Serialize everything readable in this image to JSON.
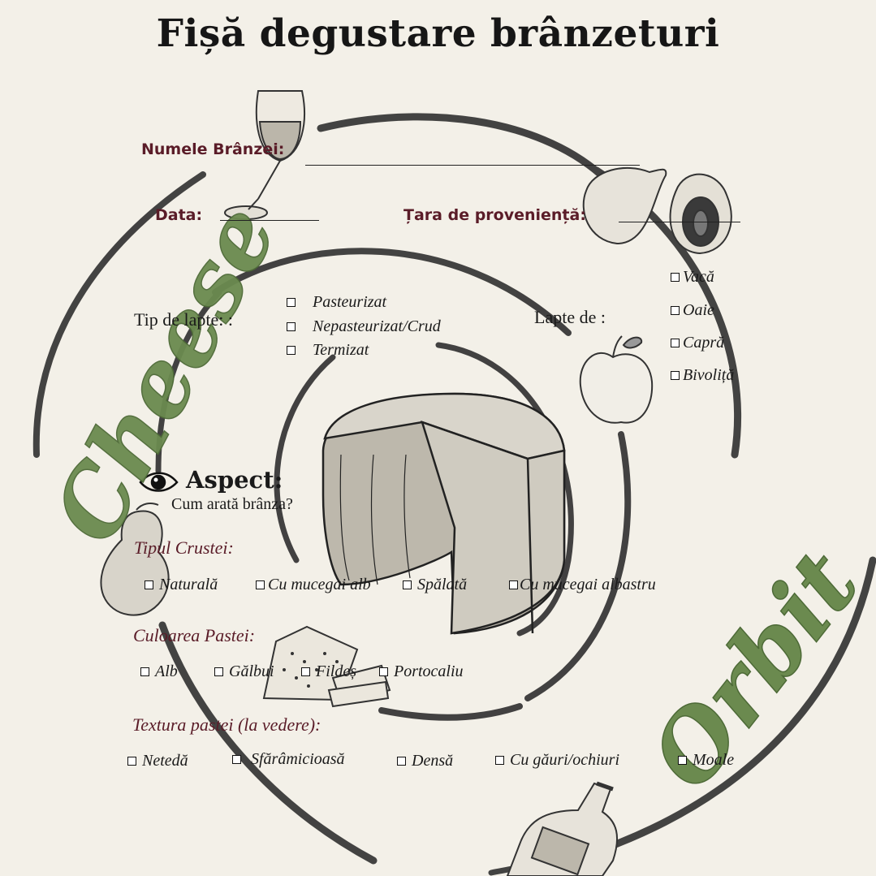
{
  "title": "Fișă degustare brânzeturi",
  "brand": {
    "line1": "Cheese",
    "line2": "Orbit",
    "color": "#6b8a4f"
  },
  "colors": {
    "background": "#f3f0e8",
    "label": "#5a1c28",
    "spiral": "#2a2a2a"
  },
  "fields": {
    "name_label": "Numele Brânzei:",
    "date_label": "Data:",
    "country_label": "Țara de proveniență:"
  },
  "milk_type": {
    "label": "Tip de lapte: :",
    "options": [
      "Pasteurizat",
      "Nepasteurizat/Crud",
      "Termizat"
    ]
  },
  "milk_from": {
    "label": "Lapte de :",
    "options": [
      "Vacă",
      "Oaie",
      "Capră",
      "Bivoliță"
    ]
  },
  "aspect": {
    "icon": "eye-icon",
    "title": "Aspect:",
    "subtitle": "Cum arată brânza?",
    "rind": {
      "label": "Tipul Crustei:",
      "options": [
        "Naturală",
        "Cu mucegai alb",
        "Spălată",
        "Cu mucegai albastru"
      ]
    },
    "paste_color": {
      "label": "Culoarea Pastei:",
      "options": [
        "Alb",
        "Gălbui",
        "Fildeș",
        "Portocaliu"
      ]
    },
    "texture": {
      "label": "Textura pastei (la vedere):",
      "options": [
        "Netedă",
        "Sfărâmicioasă",
        "Densă",
        "Cu găuri/ochiuri",
        "Moale"
      ]
    }
  },
  "illustrations": [
    "wine-glass-icon",
    "fig-icon",
    "apple-icon",
    "cheese-wheel-icon",
    "pear-icon",
    "crackers-icon",
    "bottle-icon"
  ]
}
